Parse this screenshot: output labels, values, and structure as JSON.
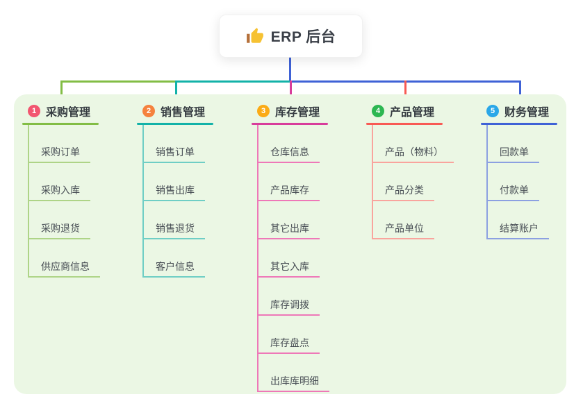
{
  "root": {
    "label": "ERP 后台",
    "icon": "thumbs-up-icon",
    "icon_color": "#f6c233",
    "icon_cuff_color": "#b5703a",
    "stem_color": "#3f62d6"
  },
  "panel": {
    "bg_color": "#ebf7e4"
  },
  "branches": [
    {
      "num": "1",
      "label": "采购管理",
      "badge_color": "#f25670",
      "line_color": "#82bd45",
      "light_color": "#aed487",
      "items": [
        "采购订单",
        "采购入库",
        "采购退货",
        "供应商信息"
      ]
    },
    {
      "num": "2",
      "label": "销售管理",
      "badge_color": "#f5823e",
      "line_color": "#13b2a8",
      "light_color": "#6fcec5",
      "items": [
        "销售订单",
        "销售出库",
        "销售退货",
        "客户信息"
      ]
    },
    {
      "num": "3",
      "label": "库存管理",
      "badge_color": "#fbab16",
      "line_color": "#d83d9b",
      "light_color": "#ee78b8",
      "items": [
        "仓库信息",
        "产品库存",
        "其它出库",
        "其它入库",
        "库存调拨",
        "库存盘点",
        "出库库明细"
      ]
    },
    {
      "num": "4",
      "label": "产品管理",
      "badge_color": "#2db752",
      "line_color": "#f85a54",
      "light_color": "#f9a49d",
      "items": [
        "产品（物料）",
        "产品分类",
        "产品单位"
      ]
    },
    {
      "num": "5",
      "label": "财务管理",
      "badge_color": "#2aa7e8",
      "line_color": "#3f62d6",
      "light_color": "#8ca0e1",
      "items": [
        "回款单",
        "付款单",
        "结算账户"
      ]
    }
  ]
}
